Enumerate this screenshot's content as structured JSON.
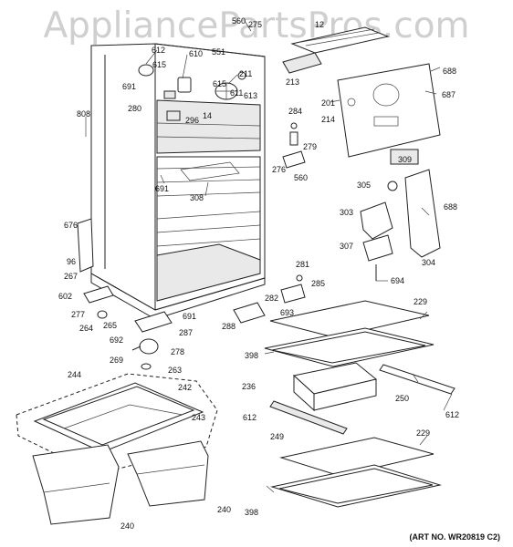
{
  "watermark": "AppliancePartsPros.com",
  "art_number": "(ART NO. WR20819 C2)",
  "part_labels": [
    "560",
    "275",
    "12",
    "612",
    "551",
    "610",
    "615",
    "691",
    "211",
    "615",
    "611",
    "613",
    "280",
    "296",
    "14",
    "688",
    "687",
    "201",
    "214",
    "213",
    "808",
    "284",
    "279",
    "276",
    "560",
    "309",
    "691",
    "308",
    "305",
    "688",
    "676",
    "96",
    "267",
    "303",
    "304",
    "307",
    "281",
    "285",
    "694",
    "602",
    "277",
    "264",
    "265",
    "691",
    "287",
    "282",
    "693",
    "288",
    "229",
    "692",
    "269",
    "278",
    "263",
    "398",
    "244",
    "242",
    "236",
    "250",
    "612",
    "612",
    "249",
    "243",
    "229",
    "240",
    "240",
    "398"
  ]
}
